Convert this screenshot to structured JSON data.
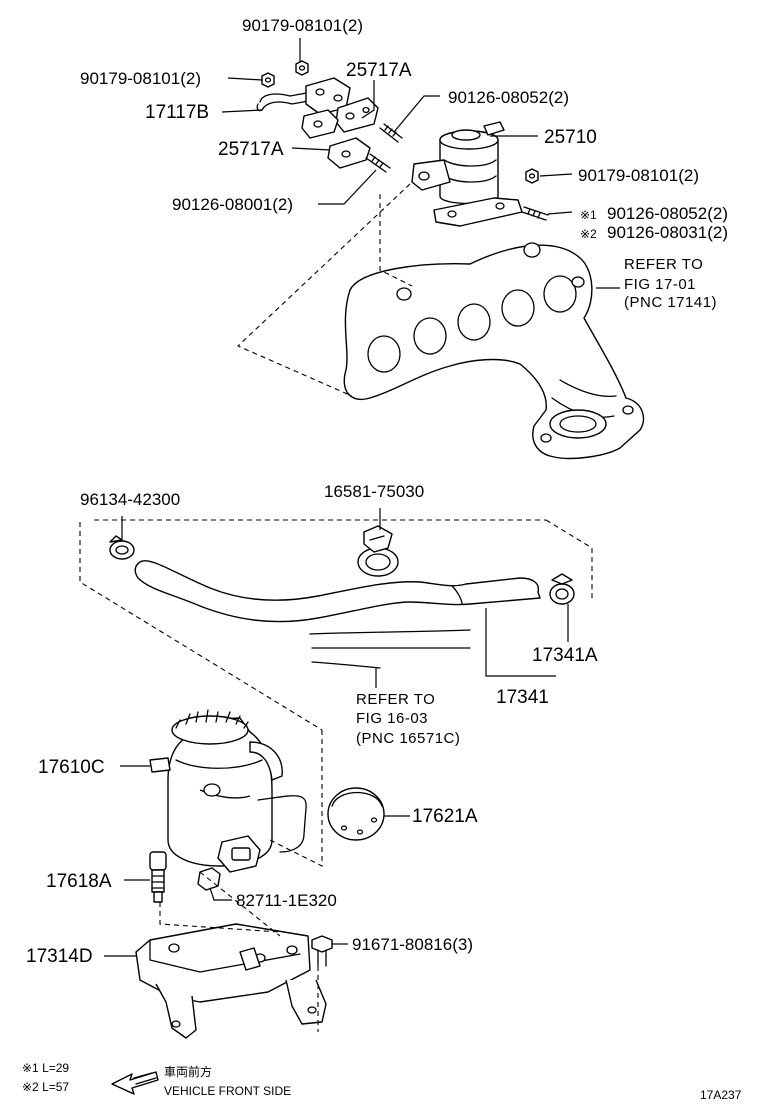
{
  "figure_code": "17A237",
  "callouts": {
    "p1": "90179-08101(2)",
    "p2": "90179-08101(2)",
    "p3": "25717A",
    "p4": "17117B",
    "p5": "90126-08052(2)",
    "p6": "25717A",
    "p7": "25710",
    "p8": "90126-08001(2)",
    "p9": "90179-08101(2)",
    "p10": "90126-08052(2)",
    "p11": "90126-08031(2)",
    "p12": "96134-42300",
    "p13": "16581-75030",
    "p14": "17341A",
    "p15": "17341",
    "p16": "17610C",
    "p17": "17621A",
    "p18": "17618A",
    "p19": "82711-1E320",
    "p20": "17314D",
    "p21": "91671-80816(3)"
  },
  "marks": {
    "m1": "※1",
    "m2": "※2"
  },
  "references": {
    "ref1_line1": "REFER TO",
    "ref1_line2": "FIG 17-01",
    "ref1_line3": "(PNC 17141)",
    "ref2_line1": "REFER TO",
    "ref2_line2": "FIG 16-03",
    "ref2_line3": "(PNC 16571C)"
  },
  "notes": {
    "note1": "※1 L=29",
    "note2": "※2 L=57"
  },
  "direction": {
    "label_jp": "車両前方",
    "label_en": "VEHICLE FRONT SIDE"
  }
}
